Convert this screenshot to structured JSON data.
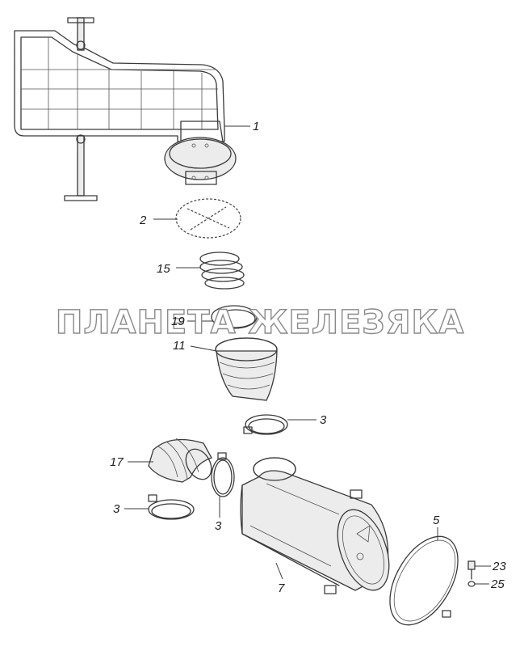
{
  "watermark": "ПЛАНЕТА ЖЕЛЕЗЯКА",
  "callouts": {
    "c1": "1",
    "c2": "2",
    "c15": "15",
    "c19": "19",
    "c11": "11",
    "c3a": "3",
    "c17": "17",
    "c3b": "3",
    "c3c": "3",
    "c7": "7",
    "c5": "5",
    "c23": "23",
    "c25": "25"
  },
  "colors": {
    "line": "#3a3a3a",
    "background": "#ffffff",
    "watermark_outline": "#8a8a8a"
  }
}
